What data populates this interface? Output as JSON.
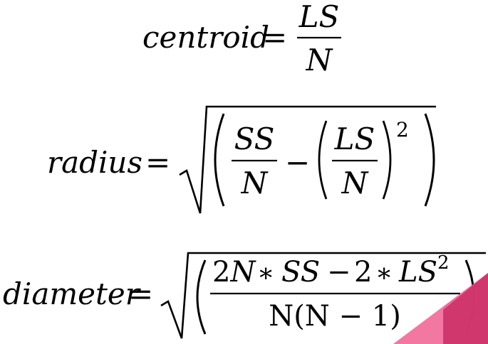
{
  "centroid": {
    "lhs": "centroid",
    "eq": "=",
    "num": "LS",
    "den": "N"
  },
  "radius": {
    "lhs": "radius",
    "eq": "=",
    "ss": "SS",
    "n1": "N",
    "minus": "−",
    "ls": "LS",
    "n2": "N",
    "exp": "2"
  },
  "diameter": {
    "lhs": "diameter",
    "eq": "=",
    "num_a": "2N",
    "star1": "∗",
    "num_ss": "SS",
    "minus": "−",
    "num_two": "2",
    "star2": "∗",
    "num_ls": "LS",
    "exp": "2",
    "den": "N(N − 1)"
  },
  "accent_colors": {
    "primary": "#ee5e91",
    "dark": "#cc3268",
    "light": "#f27aa3"
  }
}
